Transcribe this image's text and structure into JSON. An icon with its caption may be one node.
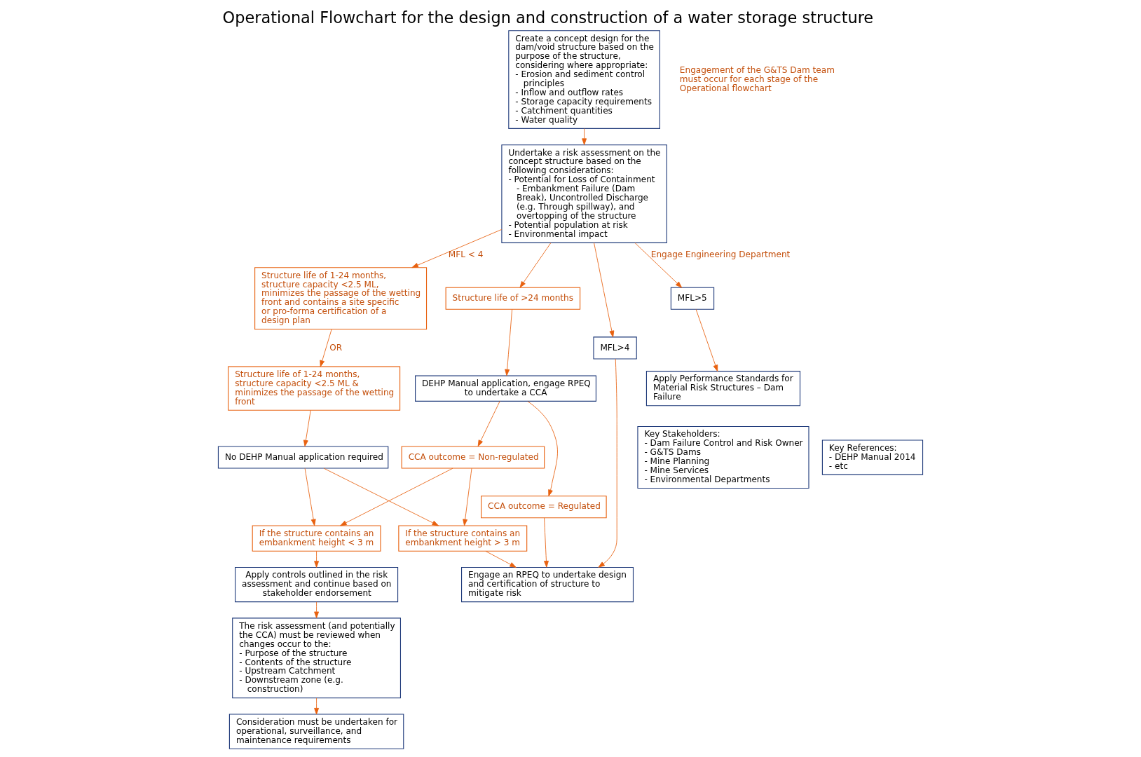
{
  "diagram": {
    "title": "Operational Flowchart for the design and construction of a water storage structure",
    "nodes": [
      {
        "text": [
          "Create a concept design for the dam/void structure based on the purpose of the structure, considering where appropriate:",
          "- Erosion and sediment control principles",
          "- Inflow and outflow rates",
          "- Storage capacity requirements",
          "- Catchment quantities",
          "- Water quality"
        ]
      },
      {
        "text": [
          "Undertake a risk assessment on the concept structure based on the following considerations:",
          "- Potential for Loss of Containment - Embankment Failure (Dam Break), Uncontrolled Discharge (e.g. Through spillway), and overtopping of the structure",
          "- Potential population at risk",
          "- Environmental impact"
        ]
      },
      {
        "text": [
          "Structure life of 1-24 months, structure capacity <2.5 ML & minimizes the passage of the wetting front"
        ]
      },
      {
        "text": [
          "Structure life of 1-24 months, structure capacity <2.5 ML, minimizes the passage of the wetting front and contains a site specific or pro-forma certification of a design plan"
        ]
      },
      {
        "text": [
          "No DEHP Manual application required"
        ]
      },
      {
        "text": [
          "If the structure contains an embankment height > 3 m"
        ]
      },
      {
        "text": [
          "If the structure contains an embankment height < 3 m"
        ]
      },
      {
        "text": [
          "Apply controls outlined in the risk assessment and continue based on stakeholder endorsement"
        ]
      },
      {
        "text": [
          "The risk assessment (and potentially the CCA) must be reviewed when changes occur to the:",
          "- Purpose of the structure",
          "- Contents of the structure",
          "- Upstream Catchment",
          "- Downstream zone (e.g. construction)"
        ]
      },
      {
        "text": [
          "Consideration must be undertaken for operational, surveillance, and maintenance requirements"
        ]
      },
      {
        "text": [
          "Engage an RPEQ to undertake design and certification of structure to mitigate risk"
        ]
      },
      {
        "text": [
          "Structure life of >24 months"
        ]
      },
      {
        "text": [
          "MFL>5"
        ]
      },
      {
        "text": [
          "MFL>4"
        ]
      },
      {
        "text": [
          "Apply Performance Standards for Material Risk Structures – Dam Failure"
        ]
      },
      {
        "text": [
          "DEHP Manual application, engage RPEQ to undertake a CCA"
        ]
      },
      {
        "text": [
          "CCA outcome = Non-regulated"
        ]
      },
      {
        "text": [
          "CCA outcome = Regulated"
        ]
      },
      {
        "text": [
          "Key Stakeholders:",
          "- Dam Failure Control and Risk Owner",
          "- G&TS Dams",
          "- Mine Planning",
          "- Mine Services",
          "- Environmental Departments"
        ]
      },
      {
        "text": [
          "Key References:",
          "- DEHP Manual 2014",
          "- etc"
        ]
      }
    ],
    "edges": [
      {
        "from": 0,
        "to": 1,
        "arrow": "to"
      },
      {
        "from": 1,
        "to": 3,
        "arrow": "to",
        "label": "MFL < 4"
      },
      {
        "from": 1,
        "to": 11,
        "arrow": "to"
      },
      {
        "from": 3,
        "to": 2,
        "arrow": "to",
        "label": "OR"
      },
      {
        "from": 2,
        "to": 4,
        "arrow": "to"
      },
      {
        "from": 4,
        "to": 5,
        "arrow": "to"
      },
      {
        "from": 4,
        "to": 6,
        "arrow": "to"
      },
      {
        "from": 6,
        "to": 7,
        "arrow": "to"
      },
      {
        "from": 7,
        "to": 8,
        "arrow": "to"
      },
      {
        "from": 8,
        "to": 9,
        "arrow": "to"
      },
      {
        "from": 5,
        "to": 10,
        "arrow": "to"
      },
      {
        "from": 1,
        "to": 12,
        "arrow": "to",
        "label": "Engage Engineering Department"
      },
      {
        "from": 1,
        "to": 13,
        "arrow": "to"
      },
      {
        "from": 12,
        "to": 14,
        "arrow": "to"
      },
      {
        "from": 13,
        "to": 10,
        "arrow": "to"
      },
      {
        "from": 11,
        "to": 15,
        "arrow": "to"
      },
      {
        "from": 15,
        "to": 16,
        "arrow": "to"
      },
      {
        "from": 15,
        "to": 17,
        "arrow": "to"
      },
      {
        "from": 17,
        "to": 10,
        "arrow": "to"
      },
      {
        "from": 16,
        "to": 5,
        "arrow": "to"
      },
      {
        "from": 16,
        "to": 6,
        "arrow": "to"
      }
    ],
    "labels": [
      "Engagement of the G&TS Dam team must occur for each stage of the Operational flowchart"
    ]
  }
}
